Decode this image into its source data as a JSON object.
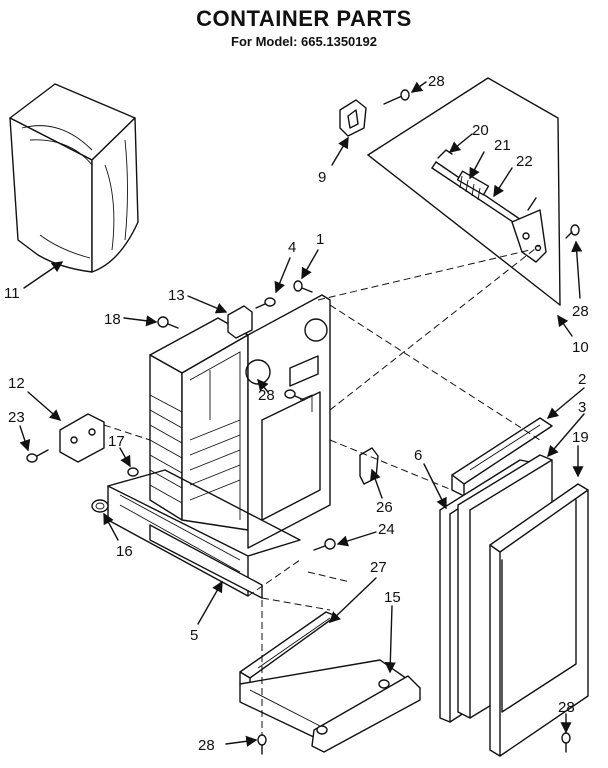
{
  "header": {
    "title": "CONTAINER PARTS",
    "subtitle": "For Model: 665.1350192"
  },
  "callouts": [
    "28",
    "9",
    "20",
    "21",
    "22",
    "28",
    "10",
    "11",
    "4",
    "1",
    "13",
    "18",
    "12",
    "23",
    "17",
    "16",
    "5",
    "28",
    "2",
    "3",
    "19",
    "6",
    "26",
    "24",
    "27",
    "15",
    "28",
    "28"
  ]
}
